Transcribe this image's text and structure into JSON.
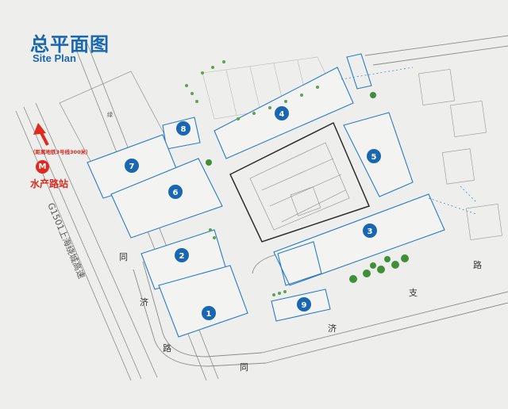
{
  "header": {
    "title_cn": "总平面图",
    "title_en": "Site Plan"
  },
  "metro": {
    "note": "（距离地铁3号线300米）",
    "station": "水产路站",
    "icon": "metro-logo-icon"
  },
  "roads": {
    "highway": "G1501上海绕城高速",
    "tongji_road": [
      "同",
      "济",
      "路"
    ],
    "tongji_branch": [
      "同",
      "济",
      "支",
      "路"
    ],
    "small_label": "绿"
  },
  "buildings": [
    {
      "id": "1",
      "label": "1"
    },
    {
      "id": "2",
      "label": "2"
    },
    {
      "id": "3",
      "label": "3"
    },
    {
      "id": "4",
      "label": "4"
    },
    {
      "id": "5",
      "label": "5"
    },
    {
      "id": "6",
      "label": "6"
    },
    {
      "id": "7",
      "label": "7"
    },
    {
      "id": "8",
      "label": "8"
    },
    {
      "id": "9",
      "label": "9"
    }
  ],
  "colors": {
    "building_blue": "#2b7bc4",
    "badge_blue": "#1a67b1",
    "title_blue": "#1a67b1",
    "metro_red": "#e02a1f",
    "tree_green": "#3f8f3a"
  }
}
